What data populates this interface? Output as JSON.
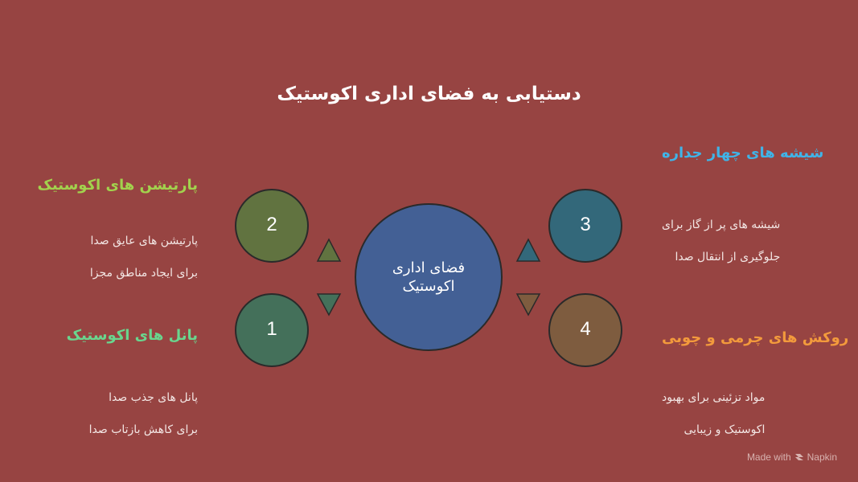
{
  "title": "دستیابی به فضای اداری اکوستیک",
  "center": {
    "label_line1": "فضای اداری",
    "label_line2": "اکوستیک",
    "color": "#436095"
  },
  "items": [
    {
      "number": "1",
      "heading": "پانل های اکوستیک",
      "desc_line1": "پانل های جذب صدا",
      "desc_line2": "برای کاهش بازتاب صدا",
      "circle_color": "#44705a",
      "heading_color": "#69d68e"
    },
    {
      "number": "2",
      "heading": "پارتیشن های اکوستیک",
      "desc_line1": "پارتیشن های عایق صدا",
      "desc_line2": "برای ایجاد مناطق مجزا",
      "circle_color": "#617340",
      "heading_color": "#a2d24d"
    },
    {
      "number": "3",
      "heading": "شیشه های چهار جداره",
      "desc_line1": "شیشه های پر از گاز برای",
      "desc_line2": "جلوگیری از انتقال صدا",
      "circle_color": "#33687a",
      "heading_color": "#3fb4e8"
    },
    {
      "number": "4",
      "heading": "روکش های چرمی و چوبی",
      "desc_line1": "مواد تزئینی برای بهبود",
      "desc_line2": "اکوستیک و زیبایی",
      "circle_color": "#7e5c3f",
      "heading_color": "#f39a3c"
    }
  ],
  "footer": {
    "made_with": "Made with",
    "brand": "Napkin"
  }
}
